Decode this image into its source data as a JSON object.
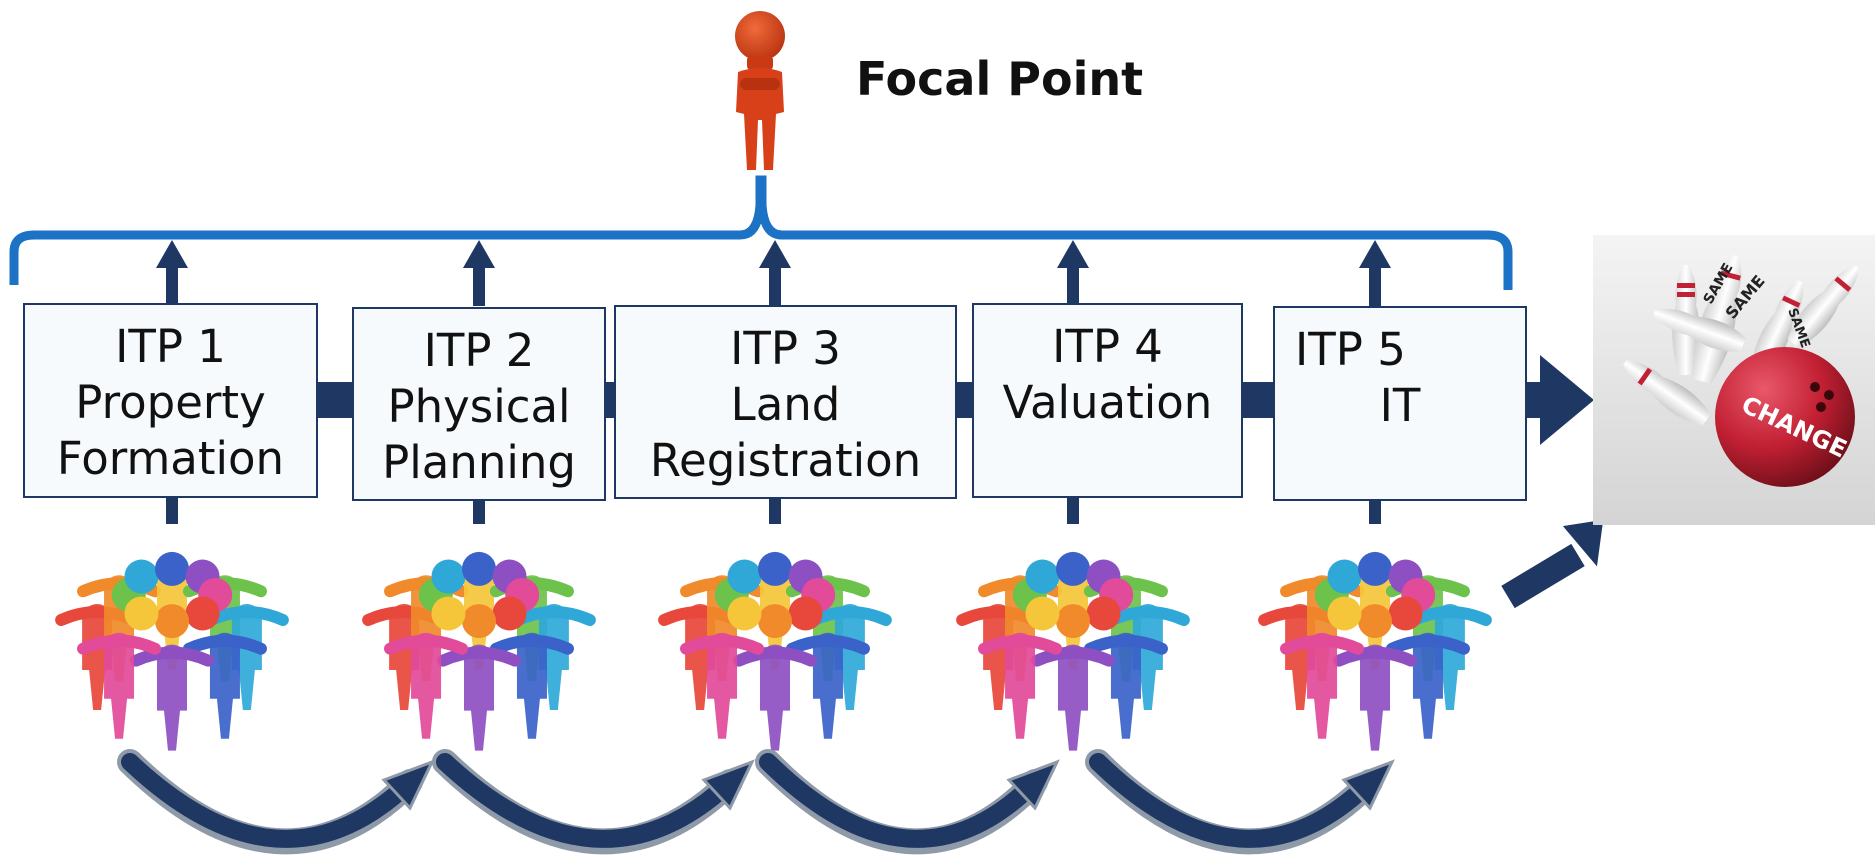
{
  "focal_point": {
    "label": "Focal Point"
  },
  "itps": [
    {
      "number": "ITP 1",
      "name": [
        "Property",
        "Formation"
      ]
    },
    {
      "number": "ITP 2",
      "name": [
        "Physical",
        "Planning"
      ]
    },
    {
      "number": "ITP 3",
      "name": [
        "Land",
        "Registration"
      ]
    },
    {
      "number": "ITP 4",
      "name": [
        "Valuation"
      ]
    },
    {
      "number": "ITP 5",
      "name": [
        "IT"
      ]
    }
  ],
  "change_image": {
    "pin_words": [
      "SAME",
      "SAME",
      "SAME"
    ],
    "ball_word": "CHANGE"
  },
  "colors": {
    "arrow_navy": "#1f3763",
    "bracket_blue": "#1c72c4",
    "figure_red": "#d8401a",
    "box_border": "#1f3763",
    "box_fill": "#f7fafd",
    "ball_red": "#c22033"
  }
}
